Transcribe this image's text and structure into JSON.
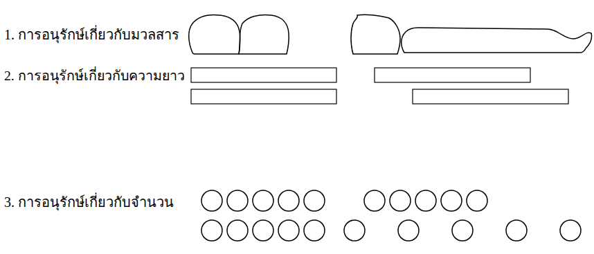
{
  "diagram": {
    "labels": [
      "1. การอนุรักษ์เกี่ยวกับมวลสาร",
      "2. การอนุรักษ์เกี่ยวกับความยาว",
      "3. การอนุรักษ์เกี่ยวกับจำนวน"
    ]
  }
}
